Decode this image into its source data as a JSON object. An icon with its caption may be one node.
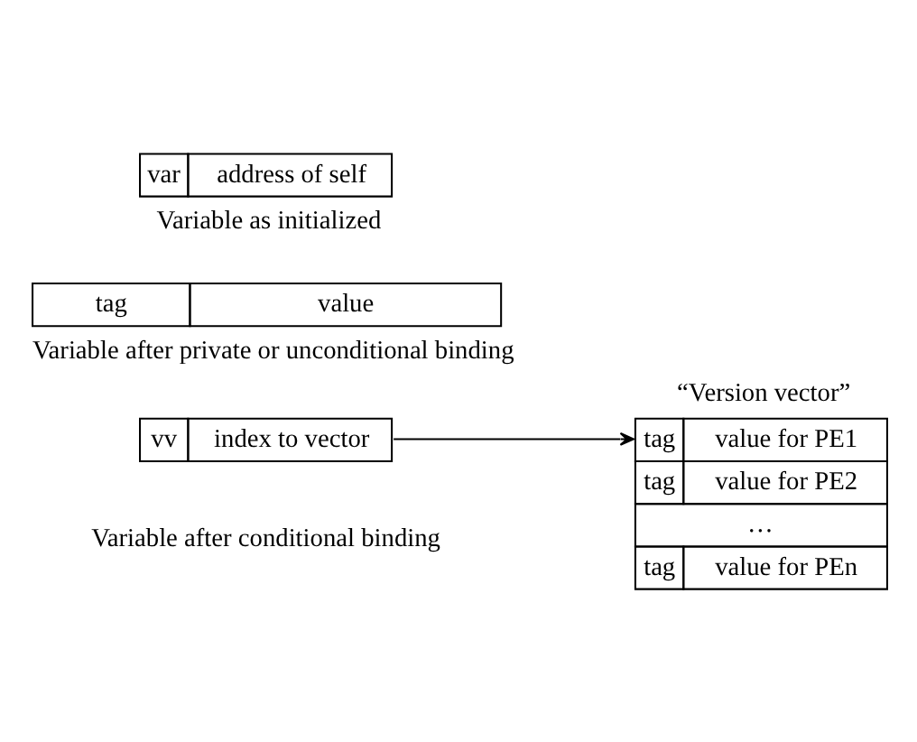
{
  "diagram": {
    "nodes": [
      {
        "text": [
          "var",
          "address of self"
        ],
        "beside": [
          "Variable as initialized"
        ]
      },
      {
        "text": [
          "tag",
          "value"
        ],
        "beside": [
          "Variable after private or unconditional binding"
        ]
      },
      {
        "text": [
          "vv",
          "index to vector"
        ]
      },
      {
        "text": [
          "“Version vector”",
          "tag",
          "value for PE1",
          "tag",
          "value for PE2",
          "…",
          "tag",
          "value for PEn"
        ]
      }
    ],
    "edges": [
      {
        "from": 2,
        "to": 3,
        "arrow": "to"
      }
    ],
    "labels": [
      "Variable after conditional binding"
    ]
  }
}
